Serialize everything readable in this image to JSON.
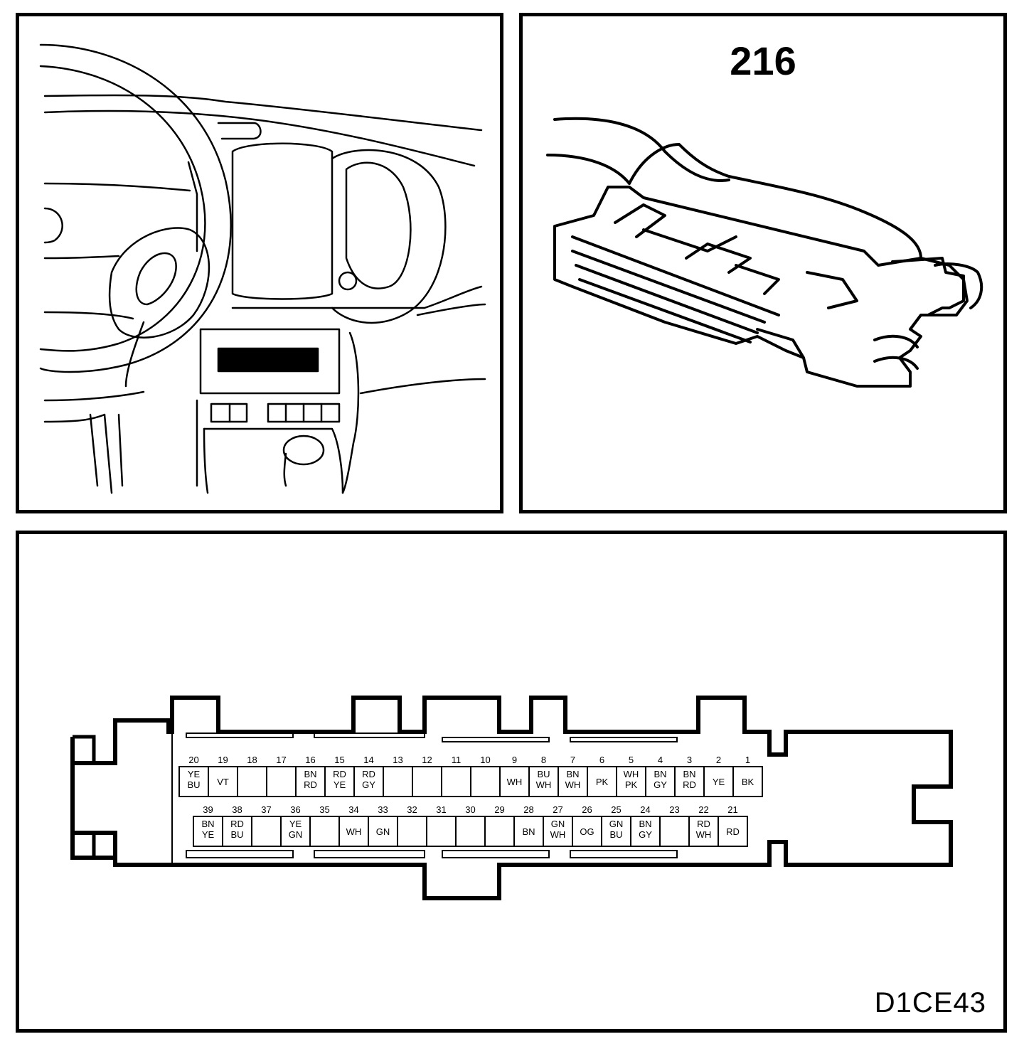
{
  "connector": {
    "number": "216",
    "figure_code": "D1CE43",
    "top_row": [
      {
        "pin": "20",
        "code": [
          "YE",
          "BU"
        ]
      },
      {
        "pin": "19",
        "code": [
          "VT"
        ]
      },
      {
        "pin": "18",
        "code": []
      },
      {
        "pin": "17",
        "code": []
      },
      {
        "pin": "16",
        "code": [
          "BN",
          "RD"
        ]
      },
      {
        "pin": "15",
        "code": [
          "RD",
          "YE"
        ]
      },
      {
        "pin": "14",
        "code": [
          "RD",
          "GY"
        ]
      },
      {
        "pin": "13",
        "code": []
      },
      {
        "pin": "12",
        "code": []
      },
      {
        "pin": "11",
        "code": []
      },
      {
        "pin": "10",
        "code": []
      },
      {
        "pin": "9",
        "code": [
          "WH"
        ]
      },
      {
        "pin": "8",
        "code": [
          "BU",
          "WH"
        ]
      },
      {
        "pin": "7",
        "code": [
          "BN",
          "WH"
        ]
      },
      {
        "pin": "6",
        "code": [
          "PK"
        ]
      },
      {
        "pin": "5",
        "code": [
          "WH",
          "PK"
        ]
      },
      {
        "pin": "4",
        "code": [
          "BN",
          "GY"
        ]
      },
      {
        "pin": "3",
        "code": [
          "BN",
          "RD"
        ]
      },
      {
        "pin": "2",
        "code": [
          "YE"
        ]
      },
      {
        "pin": "1",
        "code": [
          "BK"
        ]
      }
    ],
    "bottom_row": [
      {
        "pin": "39",
        "code": [
          "BN",
          "YE"
        ]
      },
      {
        "pin": "38",
        "code": [
          "RD",
          "BU"
        ]
      },
      {
        "pin": "37",
        "code": []
      },
      {
        "pin": "36",
        "code": [
          "YE",
          "GN"
        ]
      },
      {
        "pin": "35",
        "code": []
      },
      {
        "pin": "34",
        "code": [
          "WH"
        ]
      },
      {
        "pin": "33",
        "code": [
          "GN"
        ]
      },
      {
        "pin": "32",
        "code": []
      },
      {
        "pin": "31",
        "code": []
      },
      {
        "pin": "30",
        "code": []
      },
      {
        "pin": "29",
        "code": []
      },
      {
        "pin": "28",
        "code": [
          "BN"
        ]
      },
      {
        "pin": "27",
        "code": [
          "GN",
          "WH"
        ]
      },
      {
        "pin": "26",
        "code": [
          "OG"
        ]
      },
      {
        "pin": "25",
        "code": [
          "GN",
          "BU"
        ]
      },
      {
        "pin": "24",
        "code": [
          "BN",
          "GY"
        ]
      },
      {
        "pin": "23",
        "code": []
      },
      {
        "pin": "22",
        "code": [
          "RD",
          "WH"
        ]
      },
      {
        "pin": "21",
        "code": [
          "RD"
        ]
      }
    ]
  }
}
